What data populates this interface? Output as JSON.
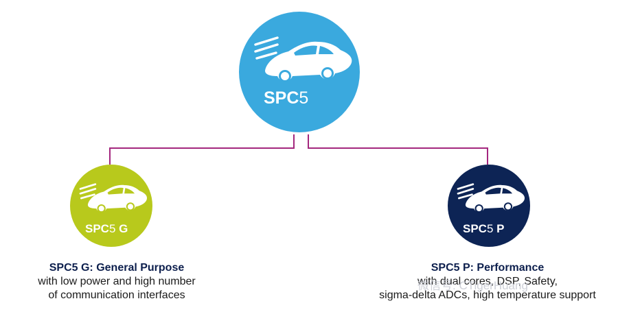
{
  "colors": {
    "main": "#3aa9de",
    "left": "#b8c91c",
    "right": "#0d2455",
    "connector": "#a3267e"
  },
  "icons": {
    "car": "car-icon"
  },
  "main_node": {
    "label_bold": "SPC",
    "label_num": "5"
  },
  "left_node": {
    "label_bold": "SPC",
    "label_num": "5",
    "label_suffix": " G",
    "title": "SPC5 G: General Purpose",
    "line1": "with low power and high number",
    "line2": "of communication interfaces"
  },
  "right_node": {
    "label_bold": "SPC",
    "label_num": "5",
    "label_suffix": " P",
    "title": "SPC5 P: Performance",
    "line1": "with dual cores, DSP, Safety,",
    "line2": "sigma-delta ADCs, high temperature support"
  },
  "watermark": "微信号: CTigerHuang"
}
